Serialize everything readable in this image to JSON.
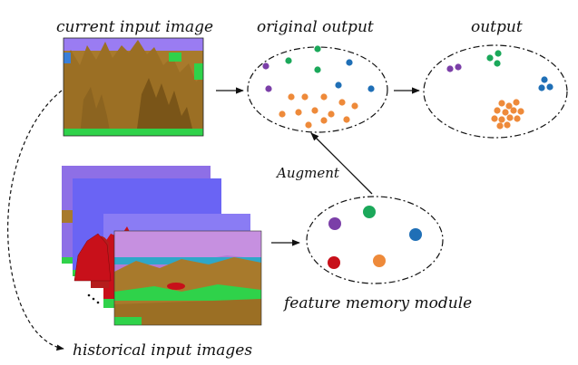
{
  "labels": {
    "current_input": "current input image",
    "original_output": "original output",
    "output": "output",
    "augment": "Augment",
    "feature_memory": "feature memory module",
    "historical_inputs": "historical input images"
  },
  "colors": {
    "purple": "#7b3fa8",
    "green": "#1ba85a",
    "blue": "#1f6fb6",
    "orange": "#ee8a3a",
    "red": "#c8101a",
    "sky_violet": "#9a7cf2",
    "grass_green": "#2fd24a",
    "terrain_brown": "#a87a2c",
    "stroke": "#111111"
  }
}
